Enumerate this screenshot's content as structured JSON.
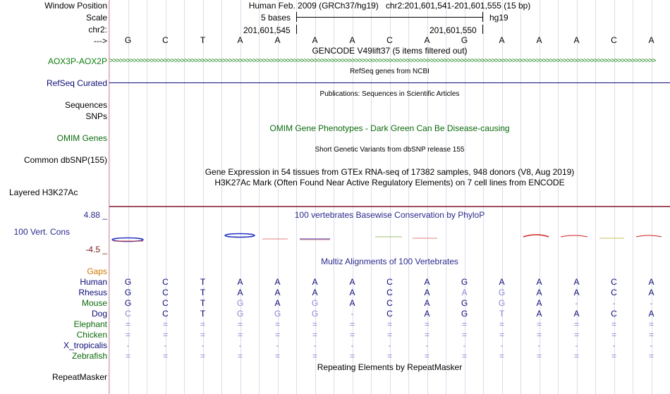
{
  "header": {
    "window_position_label": "Window Position",
    "assembly_text": "Human Feb. 2009 (GRCh37/hg19)",
    "position_text": "chr2:201,601,541-201,601,555 (15 bp)",
    "scale_label": "Scale",
    "scale_text": "5 bases",
    "scale_db": "hg19",
    "chrom_label": "chr2:",
    "coord_1": "201,601,545",
    "coord_2": "201,601,550",
    "strand_label": "--->"
  },
  "sequence": [
    "G",
    "C",
    "T",
    "A",
    "A",
    "A",
    "A",
    "C",
    "A",
    "G",
    "A",
    "A",
    "A",
    "C",
    "A"
  ],
  "tracks": {
    "gencode": {
      "title": "GENCODE V49lift37 (5 items filtered out)",
      "gene": "AOX3P-AOX2P",
      "gene_color": "#0c7c0c"
    },
    "refseq": {
      "title": "RefSeq genes from NCBI",
      "label": "RefSeq Curated",
      "color": "#0c0c78"
    },
    "publications": {
      "title": "Publications: Sequences in Scientific Articles",
      "label_1": "Sequences",
      "label_2": "SNPs"
    },
    "omim": {
      "title": "OMIM Gene Phenotypes - Dark Green Can Be Disease-causing",
      "label": "OMIM Genes",
      "color": "#0c6a0c"
    },
    "dbsnp": {
      "title": "Short Genetic Variants from dbSNP release 155",
      "label": "Common dbSNP(155)"
    },
    "gtex": {
      "title": "Gene Expression in 54 tissues from GTEx RNA-seq of 17382 samples, 948 donors (V8, Aug 2019)"
    },
    "h3k27ac": {
      "title": "H3K27Ac Mark (Often Found Near Active Regulatory Elements) on 7 cell lines from ENCODE",
      "label": "Layered H3K27Ac"
    },
    "phylop": {
      "title": "100 vertebrates Basewise Conservation by PhyloP",
      "label": "100 Vert. Cons",
      "ymax": "4.88 _",
      "ymin": "-4.5 _",
      "color": "#2a2a8c",
      "ymin_color": "#7a1a1a"
    },
    "multiz": {
      "title": "Multiz Alignments of 100 Vertebrates",
      "gaps_label": "Gaps",
      "gaps_color": "#d07a00"
    },
    "repeatmasker": {
      "title": "Repeating Elements by RepeatMasker",
      "label": "RepeatMasker"
    }
  },
  "alignment": [
    {
      "species": "Human",
      "color": "#0c0c78",
      "bases": [
        "G",
        "C",
        "T",
        "A",
        "A",
        "A",
        "A",
        "C",
        "A",
        "G",
        "A",
        "A",
        "A",
        "C",
        "A"
      ]
    },
    {
      "species": "Rhesus",
      "color": "#0c0c78",
      "bases": [
        "G",
        "C",
        "T",
        "A",
        "A",
        "A",
        "A",
        "C",
        "A",
        "A",
        "G",
        "A",
        "A",
        "C",
        "A"
      ]
    },
    {
      "species": "Mouse",
      "color": "#0c6a0c",
      "bases": [
        "G",
        "C",
        "T",
        "G",
        "A",
        "G",
        "A",
        "C",
        "A",
        "G",
        "G",
        "A",
        "-",
        "-",
        "-"
      ]
    },
    {
      "species": "Dog",
      "color": "#0c0c78",
      "bases": [
        "C",
        "C",
        "T",
        "G",
        "G",
        "G",
        "-",
        "C",
        "A",
        "G",
        "T",
        "A",
        "A",
        "C",
        "A"
      ]
    },
    {
      "species": "Elephant",
      "color": "#0c6a0c",
      "bases": [
        "=",
        "=",
        "=",
        "=",
        "=",
        "=",
        "=",
        "=",
        "=",
        "=",
        "=",
        "=",
        "=",
        "=",
        "="
      ]
    },
    {
      "species": "Chicken",
      "color": "#0c6a0c",
      "bases": [
        "=",
        "=",
        "=",
        "=",
        "=",
        "=",
        "=",
        "=",
        "=",
        "=",
        "=",
        "=",
        "=",
        "=",
        "="
      ]
    },
    {
      "species": "X_tropicalis",
      "color": "#0c0c78",
      "bases": [
        "-",
        "-",
        "-",
        "-",
        "-",
        "-",
        "-",
        "-",
        "-",
        "-",
        "-",
        "-",
        "-",
        "-",
        "-"
      ]
    },
    {
      "species": "Zebrafish",
      "color": "#0c6a0c",
      "bases": [
        "=",
        "=",
        "=",
        "=",
        "=",
        "=",
        "=",
        "=",
        "=",
        "=",
        "=",
        "=",
        "=",
        "=",
        "="
      ]
    }
  ],
  "alignment_colors": {
    "match": "#0c0c78",
    "mismatch": "#8a8ad0",
    "gap": "#8a8ad0"
  }
}
